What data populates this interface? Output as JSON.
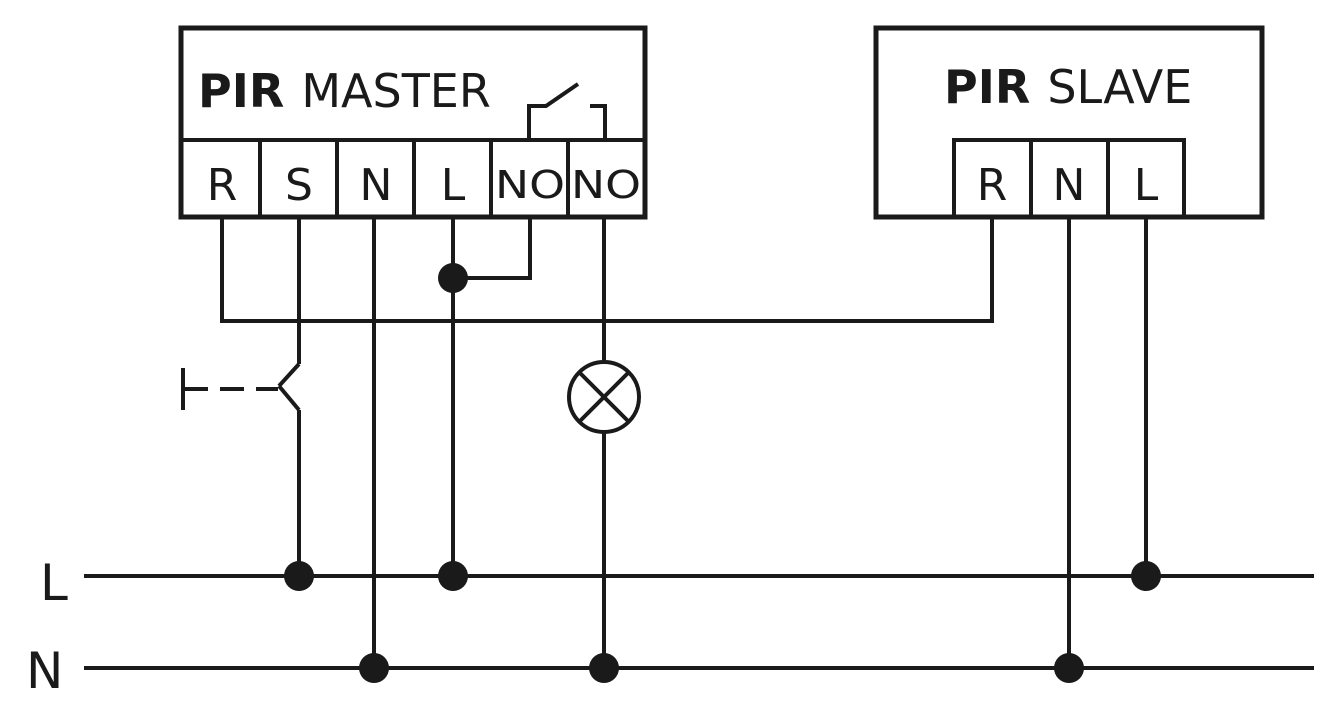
{
  "master": {
    "title_bold": "PIR",
    "title_light": "MASTER",
    "terminals": [
      "R",
      "S",
      "N",
      "L",
      "NO",
      "NO"
    ]
  },
  "slave": {
    "title_bold": "PIR",
    "title_light": "SLAVE",
    "terminals": [
      "R",
      "N",
      "L"
    ]
  },
  "bus": {
    "live_label": "L",
    "neutral_label": "N"
  },
  "colors": {
    "ink": "#1a1a1a",
    "background": "#ffffff"
  }
}
